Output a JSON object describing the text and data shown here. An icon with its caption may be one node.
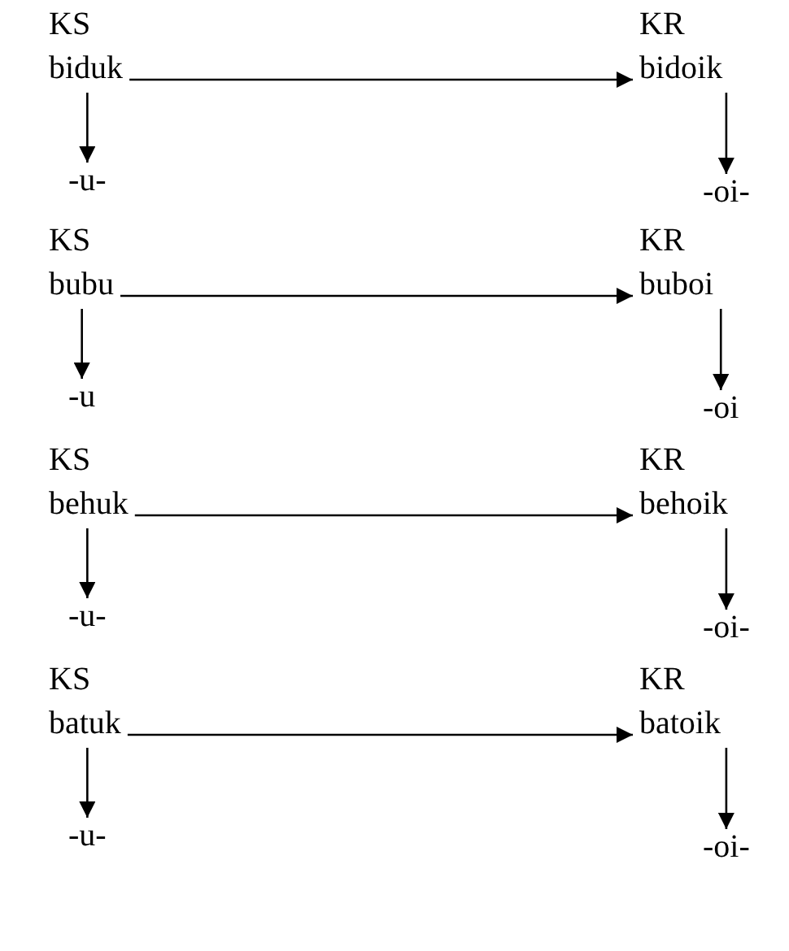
{
  "diagram": {
    "nodes": [
      {
        "text": [
          "KS",
          "biduk"
        ]
      },
      {
        "text": [
          "KR",
          "bidoik"
        ]
      },
      {
        "text": [
          "-u-"
        ]
      },
      {
        "text": [
          "-oi-"
        ]
      },
      {
        "text": [
          "KS",
          "bubu"
        ]
      },
      {
        "text": [
          "KR",
          "buboi"
        ]
      },
      {
        "text": [
          "-u"
        ]
      },
      {
        "text": [
          "-oi"
        ]
      },
      {
        "text": [
          "KS",
          "behuk"
        ]
      },
      {
        "text": [
          "KR",
          "behoik"
        ]
      },
      {
        "text": [
          "-u-"
        ]
      },
      {
        "text": [
          "-oi-"
        ]
      },
      {
        "text": [
          "KS",
          "batuk"
        ]
      },
      {
        "text": [
          "KR",
          "batoik"
        ]
      },
      {
        "text": [
          "-u-"
        ]
      },
      {
        "text": [
          "-oi-"
        ]
      }
    ],
    "edges": [
      {
        "from": 0,
        "to": 1,
        "arrow": "to"
      },
      {
        "from": 0,
        "to": 2,
        "arrow": "to"
      },
      {
        "from": 1,
        "to": 3,
        "arrow": "to"
      },
      {
        "from": 4,
        "to": 5,
        "arrow": "to"
      },
      {
        "from": 4,
        "to": 6,
        "arrow": "to"
      },
      {
        "from": 5,
        "to": 7,
        "arrow": "to"
      },
      {
        "from": 8,
        "to": 9,
        "arrow": "to"
      },
      {
        "from": 8,
        "to": 10,
        "arrow": "to"
      },
      {
        "from": 9,
        "to": 11,
        "arrow": "to"
      },
      {
        "from": 12,
        "to": 13,
        "arrow": "to"
      },
      {
        "from": 12,
        "to": 14,
        "arrow": "to"
      },
      {
        "from": 13,
        "to": 15,
        "arrow": "to"
      }
    ]
  }
}
